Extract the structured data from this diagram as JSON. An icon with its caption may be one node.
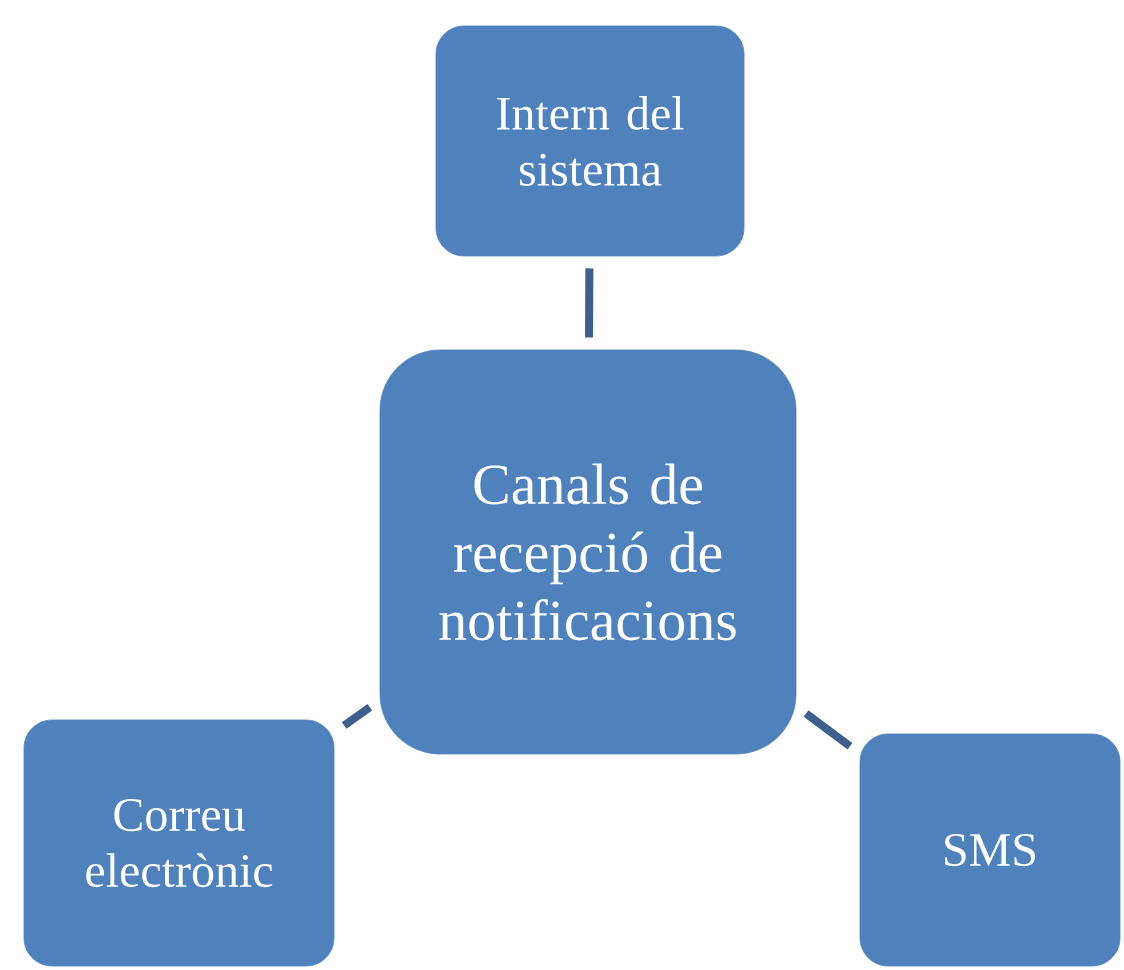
{
  "diagram": {
    "nodes": [
      {
        "text": [
          "Intern del sistema"
        ]
      },
      {
        "text": [
          "Canals de recepció de notificacions"
        ]
      },
      {
        "text": [
          "Correu electrònic"
        ]
      },
      {
        "text": [
          "SMS"
        ]
      }
    ],
    "edges": [
      {
        "from": 1,
        "to": 0,
        "arrow": "none"
      },
      {
        "from": 1,
        "to": 2,
        "arrow": "none"
      },
      {
        "from": 1,
        "to": 3,
        "arrow": "none"
      }
    ]
  }
}
